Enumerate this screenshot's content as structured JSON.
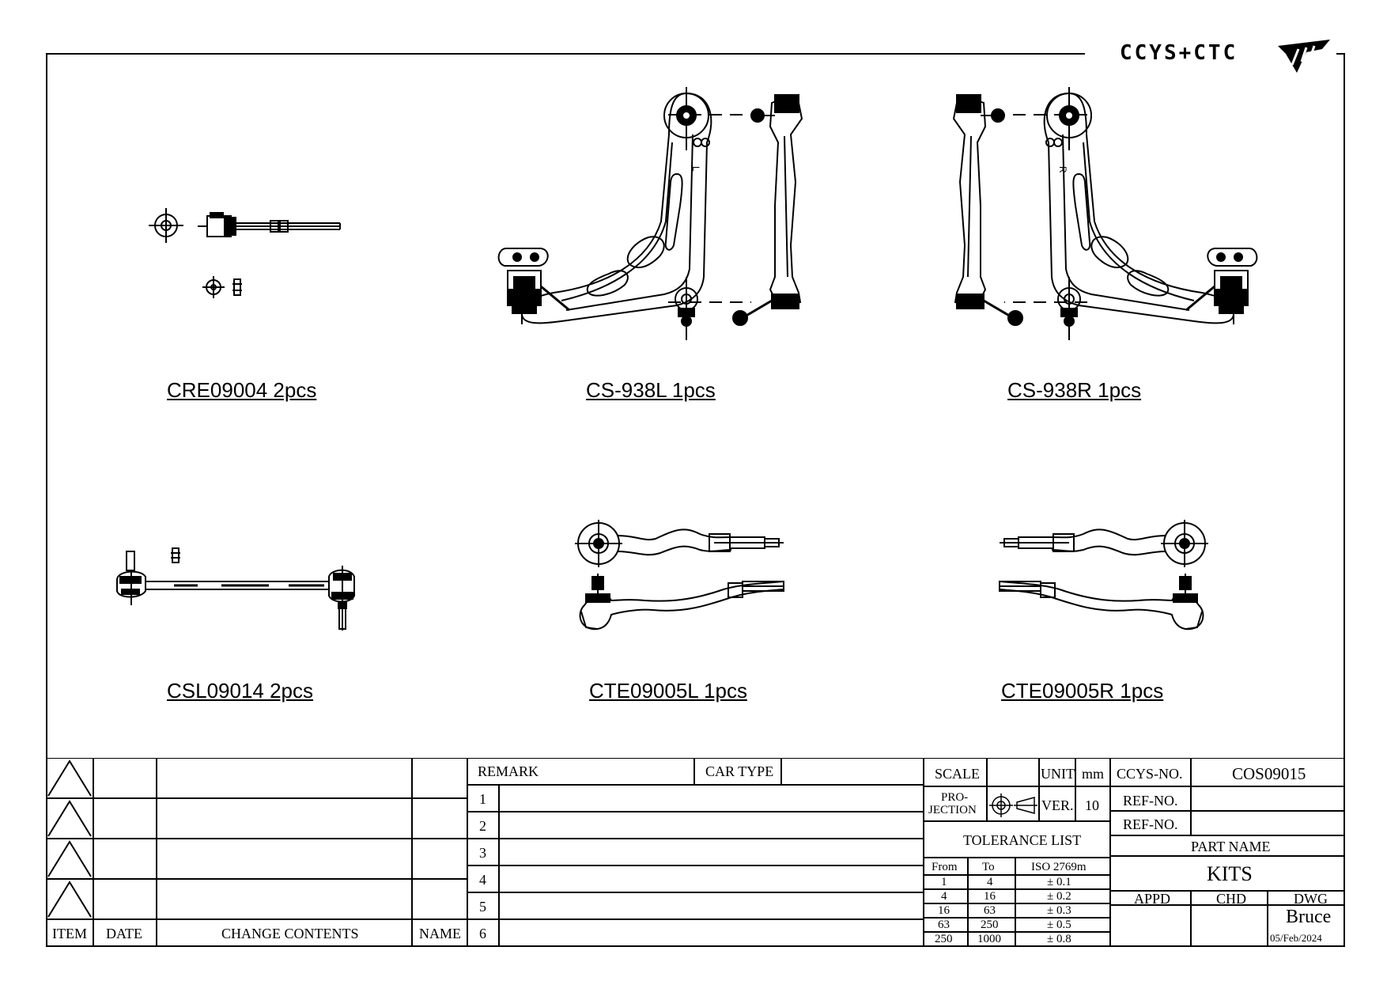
{
  "brand": {
    "logo_text": "CCYS+CTC"
  },
  "parts": [
    {
      "label": "CRE09004 2pcs"
    },
    {
      "label": "CS-938L 1pcs"
    },
    {
      "label": "CS-938R 1pcs"
    },
    {
      "label": "CSL09014 2pcs"
    },
    {
      "label": "CTE09005L 1pcs"
    },
    {
      "label": "CTE09005R 1pcs"
    }
  ],
  "arm_marks": {
    "left": "L",
    "right": "R"
  },
  "revision_table": {
    "headers": [
      "ITEM",
      "DATE",
      "CHANGE CONTENTS",
      "NAME"
    ]
  },
  "remark_table": {
    "remark_label": "REMARK",
    "car_type_label": "CAR TYPE",
    "car_type_value": "",
    "rows": [
      "1",
      "2",
      "3",
      "4",
      "5",
      "6"
    ]
  },
  "spec": {
    "scale_label": "SCALE",
    "scale_value": "",
    "unit_label": "UNIT",
    "unit_value": "mm",
    "projection_label": "PRO-\nJECTION",
    "projection_line1": "PRO-",
    "projection_line2": "JECTION",
    "ver_label": "VER.",
    "ver_value": "10"
  },
  "tolerance": {
    "title": "TOLERANCE LIST",
    "headers": [
      "From",
      "To",
      "ISO 2769m"
    ],
    "rows": [
      [
        "1",
        "4",
        "± 0.1"
      ],
      [
        "4",
        "16",
        "± 0.2"
      ],
      [
        "16",
        "63",
        "± 0.3"
      ],
      [
        "63",
        "250",
        "± 0.5"
      ],
      [
        "250",
        "1000",
        "± 0.8"
      ]
    ]
  },
  "info": {
    "ccys_no_label": "CCYS-NO.",
    "ccys_no_value": "COS09015",
    "ref_no_label_1": "REF-NO.",
    "ref_no_value_1": "",
    "ref_no_label_2": "REF-NO.",
    "ref_no_value_2": "",
    "part_name_label": "PART NAME",
    "part_name_value": "KITS",
    "appd_label": "APPD",
    "chd_label": "CHD",
    "dwg_label": "DWG",
    "dwg_name": "Bruce",
    "dwg_date": "05/Feb/2024"
  }
}
